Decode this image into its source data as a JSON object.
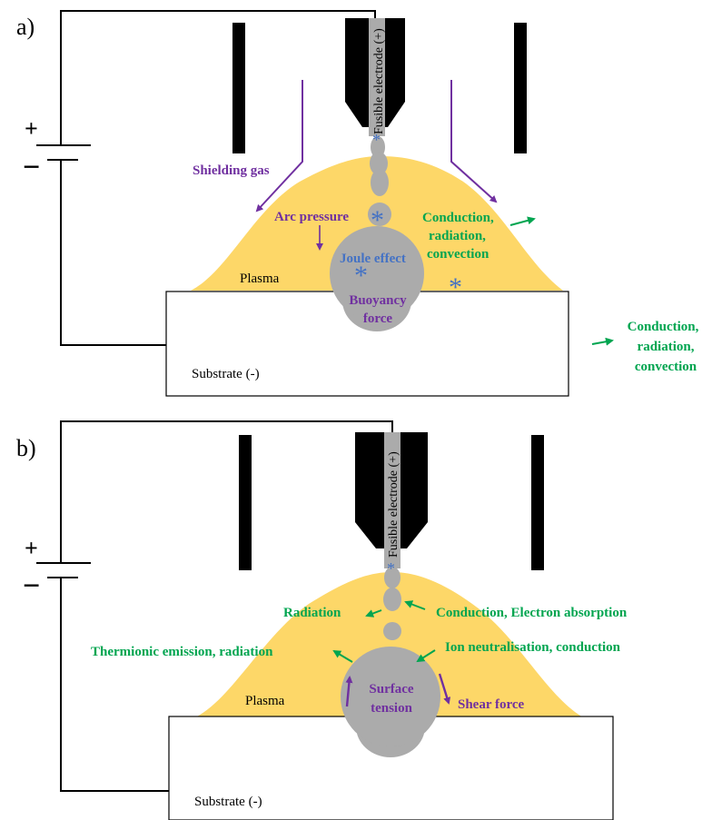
{
  "colors": {
    "plasma": "#FDD768",
    "droplet": "#ABABAB",
    "electrode": "#000000",
    "purple": "#7030A0",
    "green": "#00A550",
    "blue": "#4472C4"
  },
  "panel_a": {
    "label": "a)",
    "electrode": "Fusible electrode (+)",
    "plus": "+",
    "minus": "−",
    "shielding_gas": "Shielding gas",
    "arc_pressure": "Arc pressure",
    "joule_effect": "Joule effect",
    "buoyancy_1": "Buoyancy",
    "buoyancy_2": "force",
    "plasma": "Plasma",
    "substrate": "Substrate (-)",
    "conduction_upper_1": "Conduction,",
    "conduction_upper_2": "radiation,",
    "conduction_upper_3": "convection",
    "conduction_right_1": "Conduction,",
    "conduction_right_2": "radiation,",
    "conduction_right_3": "convection"
  },
  "panel_b": {
    "label": "b)",
    "electrode": "Fusible electrode (+)",
    "plus": "+",
    "minus": "−",
    "radiation": "Radiation",
    "conduction_electron": "Conduction, Electron absorption",
    "thermionic": "Thermionic emission, radiation",
    "ion_neutralisation": "Ion neutralisation, conduction",
    "surface_tension_1": "Surface",
    "surface_tension_2": "tension",
    "shear_force": "Shear force",
    "plasma": "Plasma",
    "substrate": "Substrate (-)"
  }
}
